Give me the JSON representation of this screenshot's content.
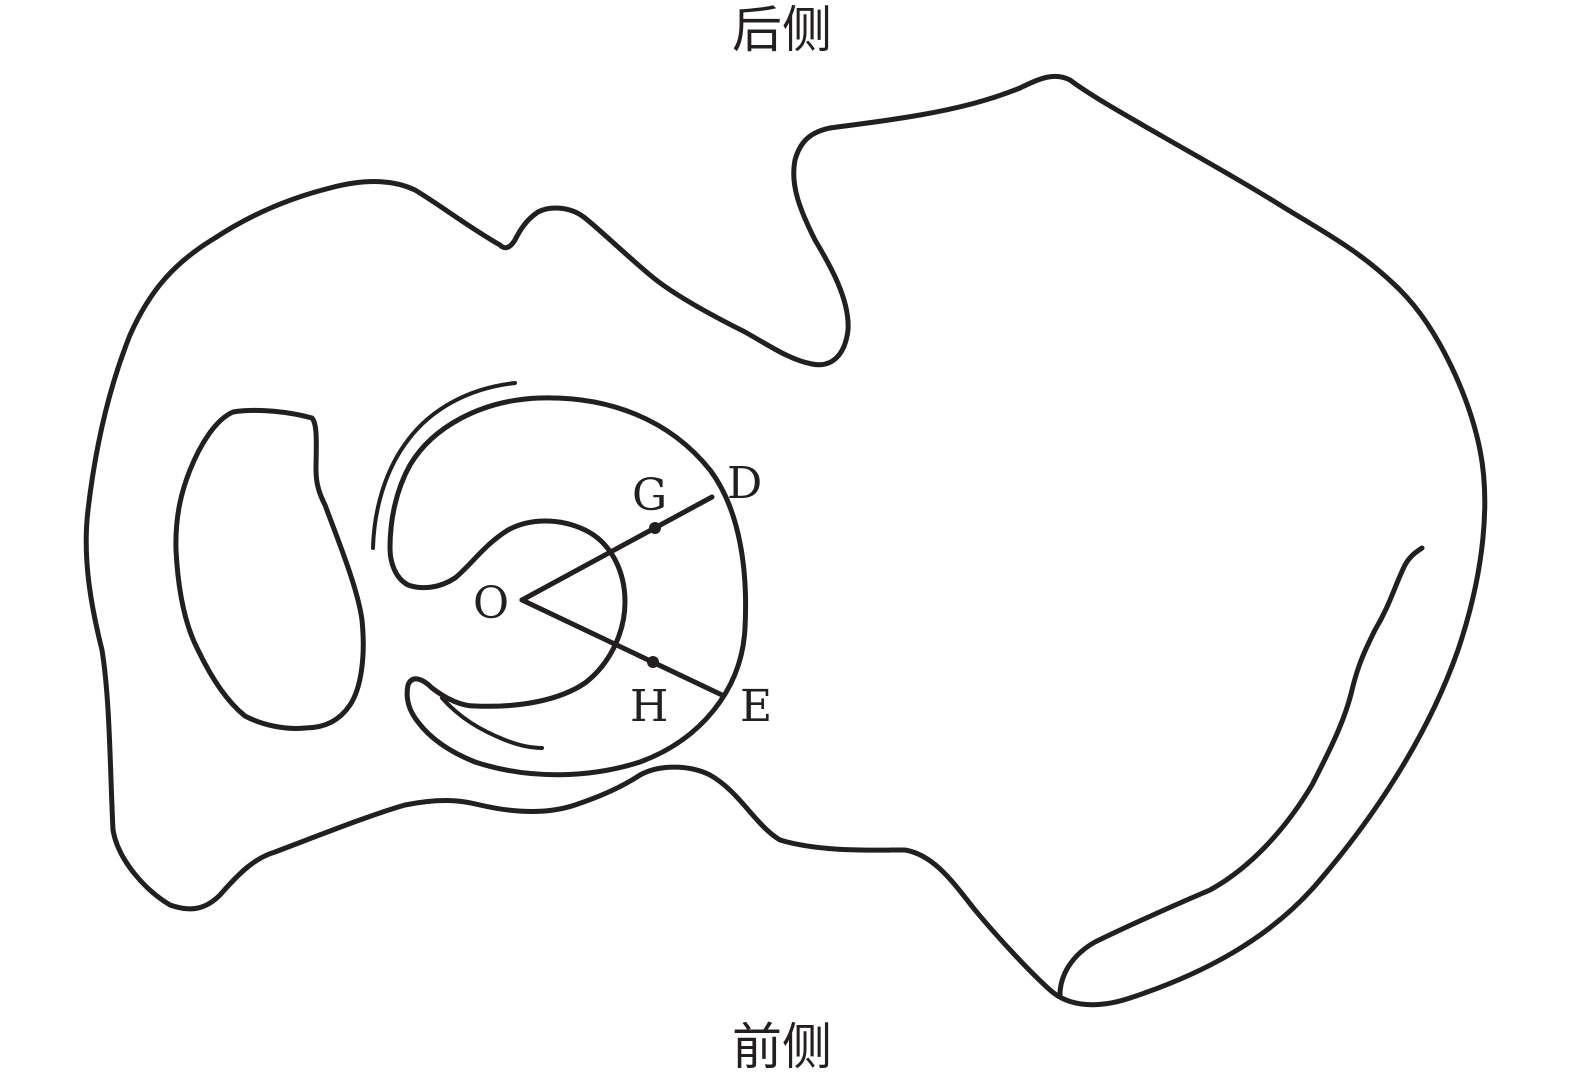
{
  "labels": {
    "top": "后侧",
    "bottom": "前侧"
  },
  "points": {
    "O": "O",
    "G": "G",
    "D": "D",
    "H": "H",
    "E": "E"
  }
}
